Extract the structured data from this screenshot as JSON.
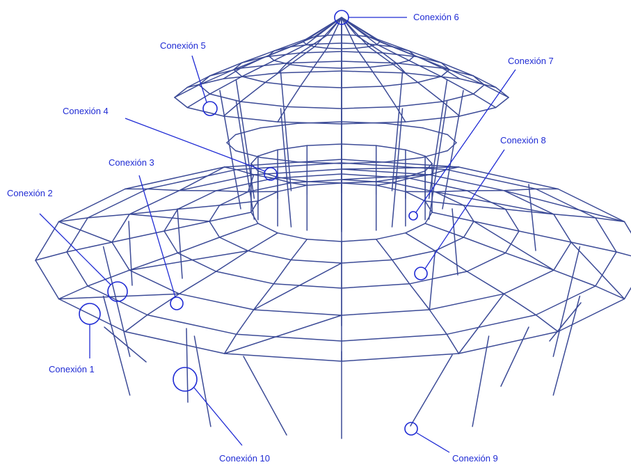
{
  "colors": {
    "frame": "#3b4a96",
    "annotation": "#1f2bd4",
    "background": "#ffffff"
  },
  "labels": {
    "c1": "Conexión 1",
    "c2": "Conexión 2",
    "c3": "Conexión 3",
    "c4": "Conexión 4",
    "c5": "Conexión 5",
    "c6": "Conexión 6",
    "c7": "Conexión 7",
    "c8": "Conexión 8",
    "c9": "Conexión 9",
    "c10": "Conexión 10"
  }
}
